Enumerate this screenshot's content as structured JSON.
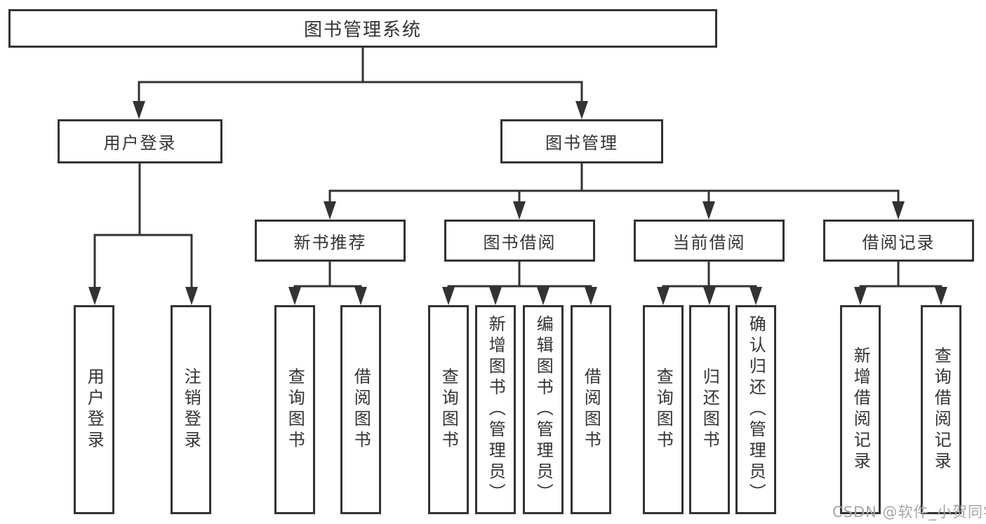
{
  "tree": {
    "label": "图书管理系统",
    "children": [
      {
        "label": "用户登录",
        "children": [
          {
            "label": "用户登录"
          },
          {
            "label": "注销登录"
          }
        ]
      },
      {
        "label": "图书管理",
        "children": [
          {
            "label": "新书推荐",
            "children": [
              {
                "label": "查询图书"
              },
              {
                "label": "借阅图书"
              }
            ]
          },
          {
            "label": "图书借阅",
            "children": [
              {
                "label": "查询图书"
              },
              {
                "label": "新增图书（管理员）"
              },
              {
                "label": "编辑图书（管理员）"
              },
              {
                "label": "借阅图书"
              }
            ]
          },
          {
            "label": "当前借阅",
            "children": [
              {
                "label": "查询图书"
              },
              {
                "label": "归还图书"
              },
              {
                "label": "确认归还（管理员）"
              }
            ]
          },
          {
            "label": "借阅记录",
            "children": [
              {
                "label": "新增借阅记录"
              },
              {
                "label": "查询借阅记录"
              }
            ]
          }
        ]
      }
    ]
  },
  "watermark": {
    "text": "CSDN @软件_小贺同学"
  },
  "colors": {
    "line": "#333333",
    "box_background": "#ffffff",
    "text": "#333333",
    "watermark": "#a6a6a6"
  }
}
